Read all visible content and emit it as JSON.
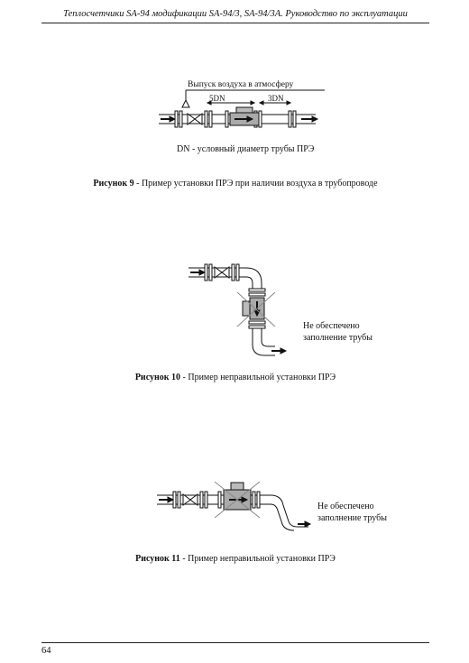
{
  "header": {
    "title": "Теплосчетчики SA-94 модификации SA-94/3, SA-94/3А. Руководство по эксплуатации"
  },
  "figure9": {
    "air_release_label": "Выпуск воздуха в атмосферу",
    "dim_5dn": "5DN",
    "dim_3dn": "3DN",
    "legend_note": "DN - условный диаметр трубы ПРЭ",
    "caption_num": "Рисунок 9",
    "caption_text": " - Пример установки ПРЭ при наличии воздуха в трубопроводе"
  },
  "figure10": {
    "warning_line1": "Не обеспечено",
    "warning_line2": "заполнение трубы",
    "caption_num": "Рисунок 10",
    "caption_text": " - Пример неправильной установки ПРЭ"
  },
  "figure11": {
    "warning_line1": "Не обеспечено",
    "warning_line2": "заполнение трубы",
    "caption_num": "Рисунок 11",
    "caption_text": " - Пример неправильной установки ПРЭ"
  },
  "footer": {
    "page_number": "64"
  }
}
